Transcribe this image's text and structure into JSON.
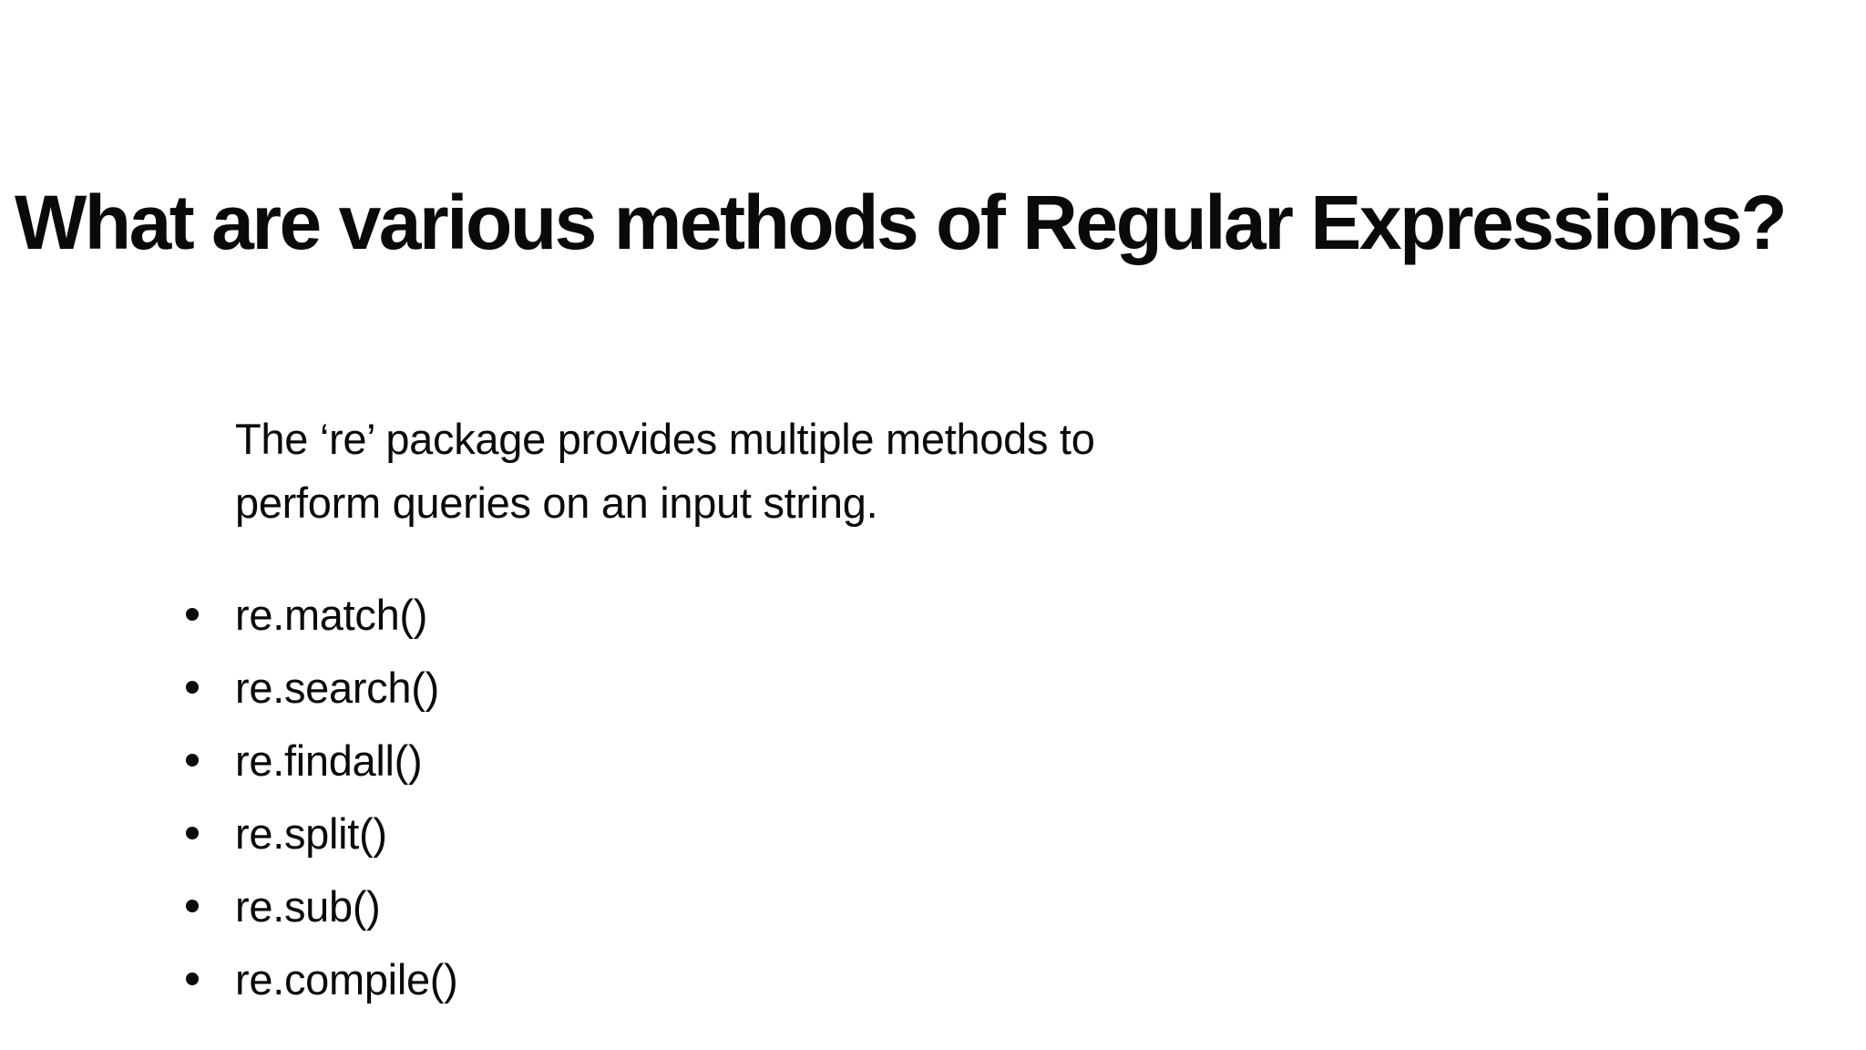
{
  "slide": {
    "title": "What are various methods of Regular Expressions?",
    "paragraph_lines": [
      "The ‘re’ package provides multiple methods to",
      "perform queries on an input string."
    ],
    "bullets": [
      "re.match()",
      "re.search()",
      "re.findall()",
      "re.split()",
      "re.sub()",
      "re.compile()"
    ],
    "colors": {
      "background": "#ffffff",
      "text": "#0a0a0a"
    }
  }
}
